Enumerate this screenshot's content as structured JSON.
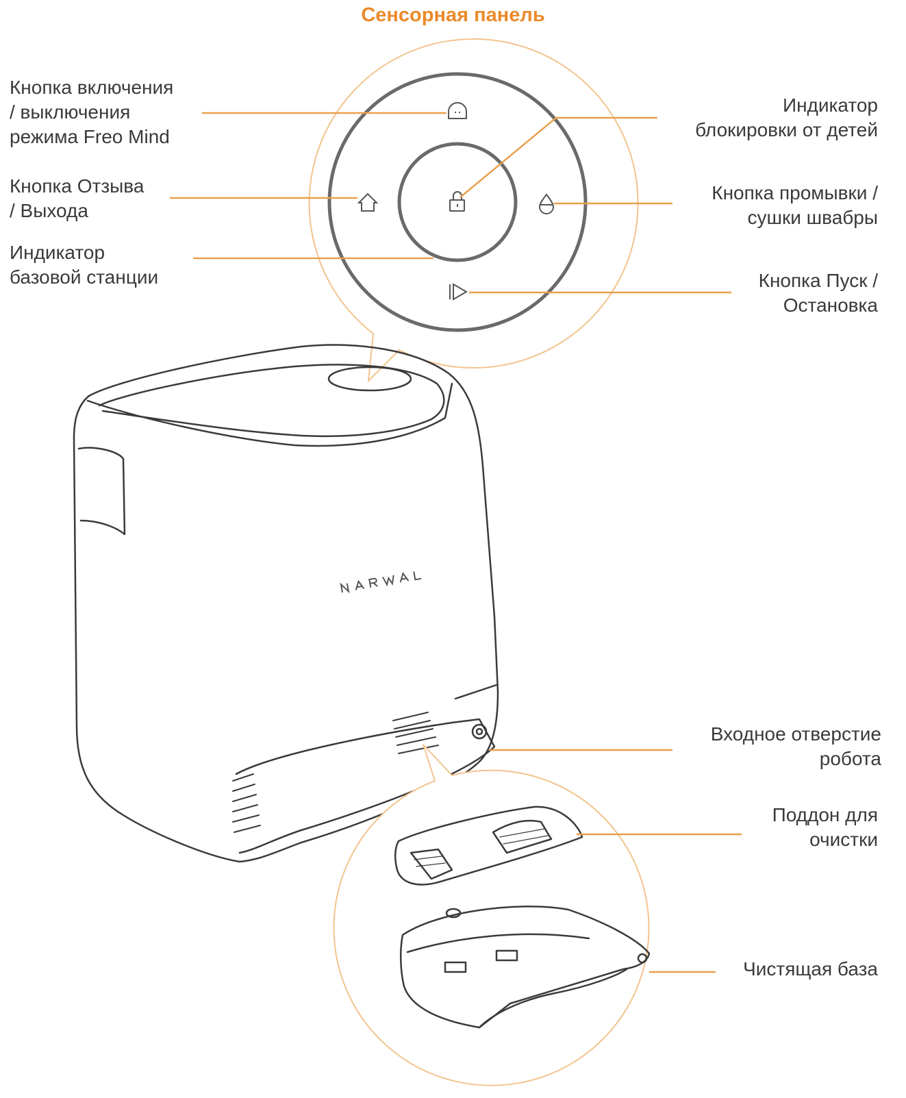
{
  "title": "Сенсорная панель",
  "colors": {
    "accent": "#EB8A2A",
    "line": "#E9A04E",
    "drawing": "#3a3a3a",
    "panel": "#6a6a6a"
  },
  "icons": {
    "freo_mind": "robot-head-icon",
    "recall": "home-icon",
    "child_lock": "padlock-icon",
    "mop_wash": "droplet-icon",
    "start_stop": "play-icon"
  },
  "brand_logo": "NARWAL",
  "labels": {
    "freo_mind": "Кнопка включения\n/ выключения\nрежима Freo Mind",
    "recall": "Кнопка Отзыва\n/ Выхода",
    "base_indicator": "Индикатор\nбазовой станции",
    "child_lock": "Индикатор\nблокировки от детей",
    "mop_wash": "Кнопка промывки /\nсушки швабры",
    "start_stop": "Кнопка Пуск /\nОстановка",
    "robot_entry": "Входное отверстие\nробота",
    "cleaning_tray": "Поддон для\nочистки",
    "cleaning_base": "Чистящая база"
  }
}
